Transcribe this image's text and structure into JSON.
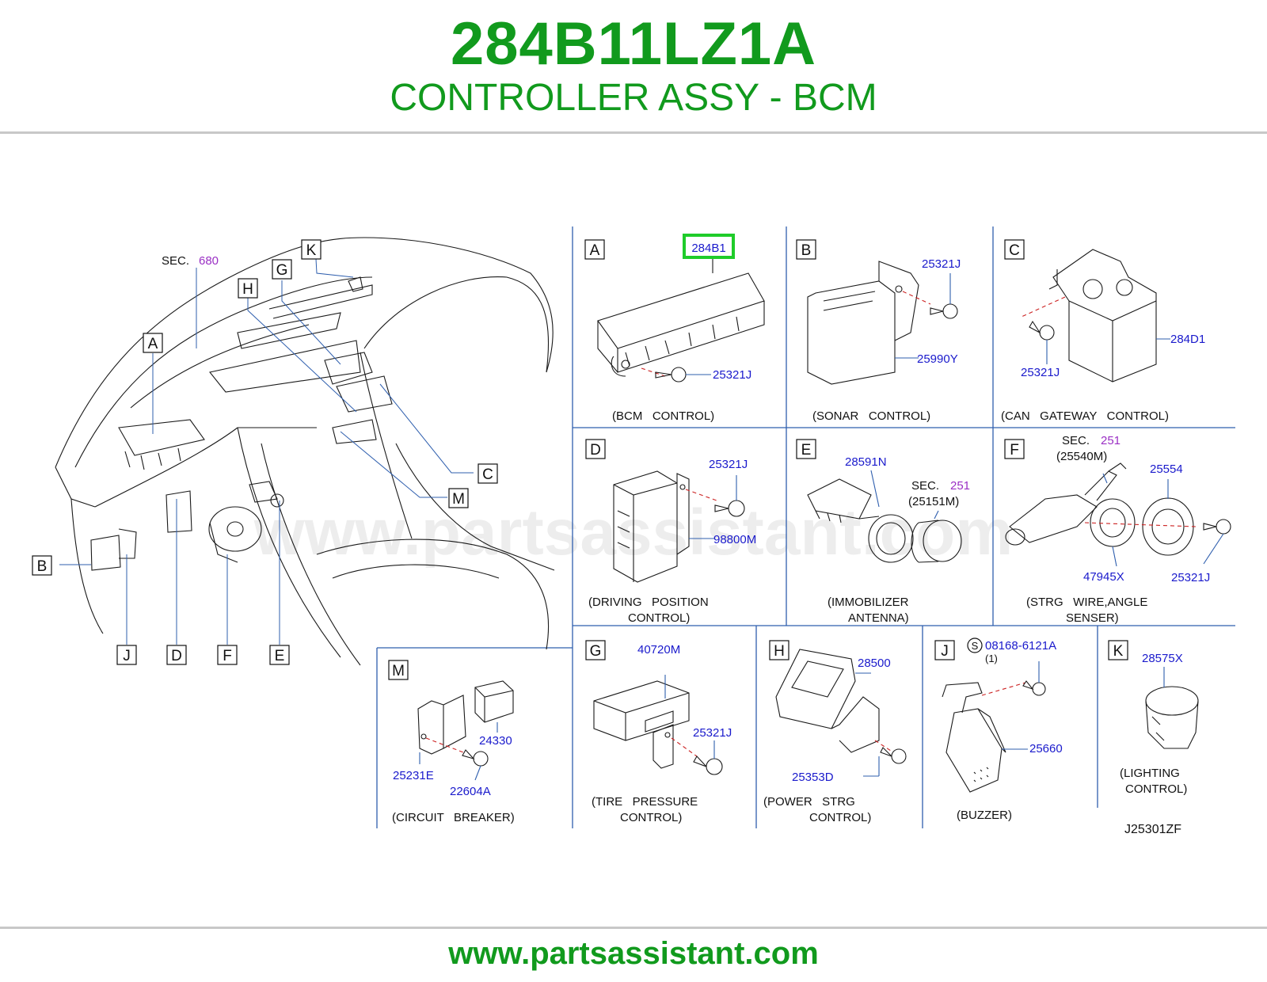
{
  "header": {
    "part_number": "284B11LZ1A",
    "part_name": "CONTROLLER ASSY - BCM"
  },
  "footer": {
    "url": "www.partsassistant.com"
  },
  "watermark": "www.partsassistant.com",
  "colors": {
    "brand_green": "#119a1d",
    "part_blue": "#1a1acc",
    "sec_purple": "#9a2fc4",
    "leader_blue": "#2f5fae",
    "highlight_green": "#1fcc2a"
  },
  "overview": {
    "sec_prefix": "SEC.",
    "sec_number": "680",
    "callouts": {
      "a": "A",
      "b": "B",
      "c": "C",
      "d": "D",
      "e": "E",
      "f": "F",
      "g": "G",
      "h": "H",
      "j": "J",
      "k": "K",
      "m": "M"
    }
  },
  "panels": {
    "a": {
      "letter": "A",
      "highlight_part": "284B1",
      "screw": "25321J",
      "caption": "(BCM   CONTROL)"
    },
    "b": {
      "letter": "B",
      "screw": "25321J",
      "unit": "25990Y",
      "caption": "(SONAR   CONTROL)"
    },
    "c": {
      "letter": "C",
      "screw": "25321J",
      "unit": "284D1",
      "caption": "(CAN   GATEWAY   CONTROL)"
    },
    "d": {
      "letter": "D",
      "screw": "25321J",
      "unit": "98800M",
      "caption_line1": "(DRIVING   POSITION",
      "caption_line2": "CONTROL)"
    },
    "e": {
      "letter": "E",
      "part": "28591N",
      "sec_prefix": "SEC.",
      "sec_number": "251",
      "sec_sub": "(25151M)",
      "caption_line1": "(IMMOBILIZER",
      "caption_line2": "ANTENNA)"
    },
    "f": {
      "letter": "F",
      "sec_prefix": "SEC.",
      "sec_number": "251",
      "sec_sub": "(25540M)",
      "part_upper": "25554",
      "part_lower": "47945X",
      "screw": "25321J",
      "caption_line1": "(STRG   WIRE,ANGLE",
      "caption_line2": "SENSER)"
    },
    "m": {
      "letter": "M",
      "relay": "24330",
      "bracket": "25231E",
      "screw": "22604A",
      "caption": "(CIRCUIT   BREAKER)"
    },
    "g": {
      "letter": "G",
      "unit": "40720M",
      "screw": "25321J",
      "caption_line1": "(TIRE   PRESSURE",
      "caption_line2": "CONTROL)"
    },
    "h": {
      "letter": "H",
      "unit": "28500",
      "bracket": "25353D",
      "caption_line1": "(POWER   STRG",
      "caption_line2": "CONTROL)"
    },
    "j": {
      "letter": "J",
      "s_symbol": "S",
      "bolt": "08168-6121A",
      "bolt_qty": "(1)",
      "unit": "25660",
      "caption": "(BUZZER)"
    },
    "k": {
      "letter": "K",
      "unit": "28575X",
      "caption_line1": "(LIGHTING",
      "caption_line2": "CONTROL)",
      "drawing_code": "J25301ZF"
    }
  }
}
